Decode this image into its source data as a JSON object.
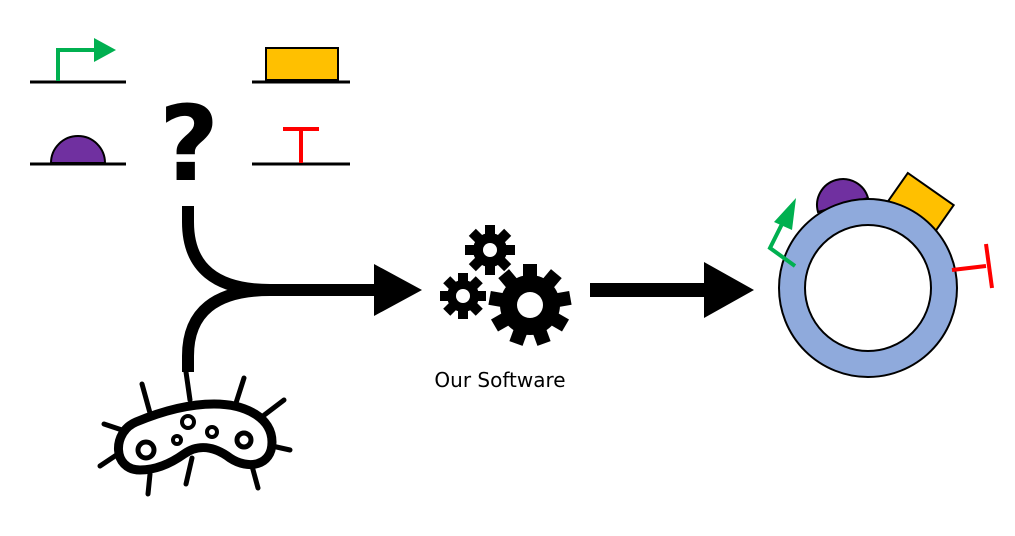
{
  "diagram": {
    "software_label": "Our Software",
    "question_mark": "?",
    "colors": {
      "promoter": "#00b050",
      "cds": "#ffc000",
      "rbs": "#7030a0",
      "terminator": "#ff0000",
      "plasmid": "#8faadc",
      "ink": "#000000"
    },
    "parts": [
      {
        "name": "promoter",
        "icon": "promoter-arrow-icon"
      },
      {
        "name": "coding-sequence",
        "icon": "cds-box-icon"
      },
      {
        "name": "ribosome-binding-site",
        "icon": "rbs-semicircle-icon"
      },
      {
        "name": "terminator",
        "icon": "terminator-t-icon"
      }
    ],
    "other_icons": [
      "bacterium-icon",
      "gears-icon",
      "plasmid-icon"
    ]
  }
}
